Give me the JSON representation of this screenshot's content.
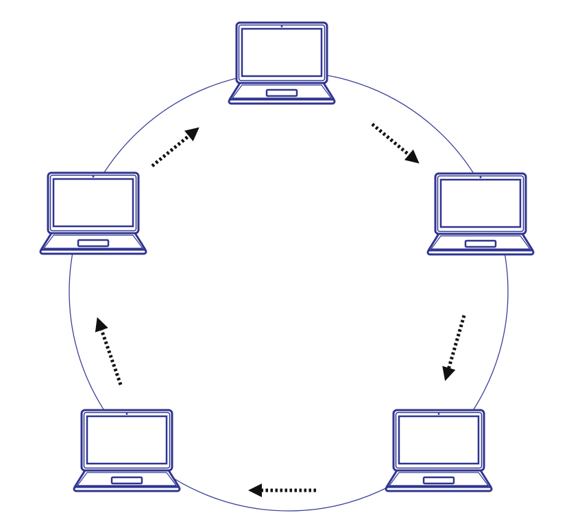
{
  "diagram": {
    "type": "ring-network-topology",
    "colors": {
      "background": "#ffffff",
      "ring": "#3a3d9a",
      "laptop_outline": "#2f3490",
      "arrow": "#111111"
    },
    "nodes": [
      {
        "id": "node-top",
        "icon": "laptop-icon"
      },
      {
        "id": "node-right",
        "icon": "laptop-icon"
      },
      {
        "id": "node-bottom-right",
        "icon": "laptop-icon"
      },
      {
        "id": "node-bottom-left",
        "icon": "laptop-icon"
      },
      {
        "id": "node-left",
        "icon": "laptop-icon"
      }
    ],
    "links": [
      {
        "from": "node-top",
        "to": "node-right",
        "style": "dotted-arrow"
      },
      {
        "from": "node-right",
        "to": "node-bottom-right",
        "style": "dotted-arrow"
      },
      {
        "from": "node-bottom-right",
        "to": "node-bottom-left",
        "style": "dotted-arrow"
      },
      {
        "from": "node-bottom-left",
        "to": "node-left",
        "style": "dotted-arrow"
      },
      {
        "from": "node-left",
        "to": "node-top",
        "style": "dotted-arrow"
      }
    ],
    "flow_direction": "clockwise"
  }
}
